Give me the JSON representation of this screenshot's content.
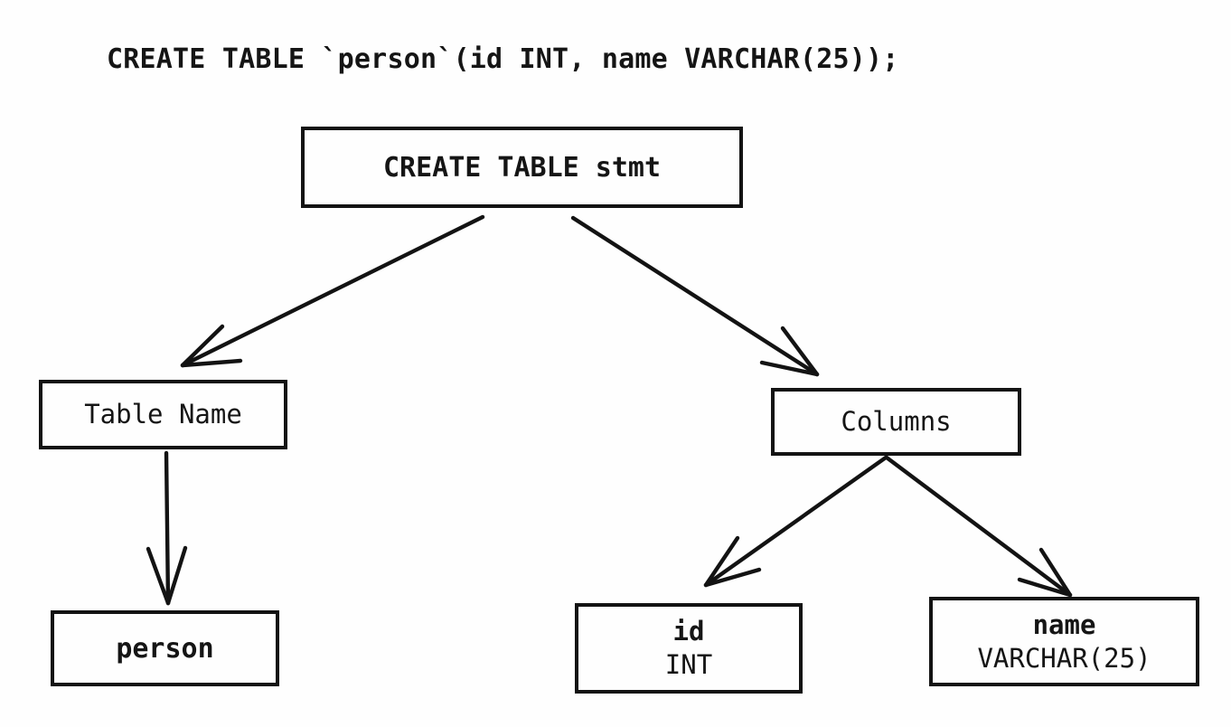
{
  "statement": "CREATE TABLE `person`(id INT, name VARCHAR(25));",
  "tree": {
    "root": {
      "label": "CREATE TABLE stmt"
    },
    "table_name": {
      "label": "Table Name",
      "value": "person"
    },
    "columns": {
      "label": "Columns",
      "items": [
        {
          "name": "id",
          "type": "INT"
        },
        {
          "name": "name",
          "type": "VARCHAR(25)"
        }
      ]
    }
  },
  "edges": [
    {
      "from": "CREATE TABLE stmt",
      "to": "Table Name"
    },
    {
      "from": "CREATE TABLE stmt",
      "to": "Columns"
    },
    {
      "from": "Table Name",
      "to": "person"
    },
    {
      "from": "Columns",
      "to": "id INT"
    },
    {
      "from": "Columns",
      "to": "name VARCHAR(25)"
    }
  ],
  "colors": {
    "ink": "#131313",
    "background": "#fefefe"
  }
}
